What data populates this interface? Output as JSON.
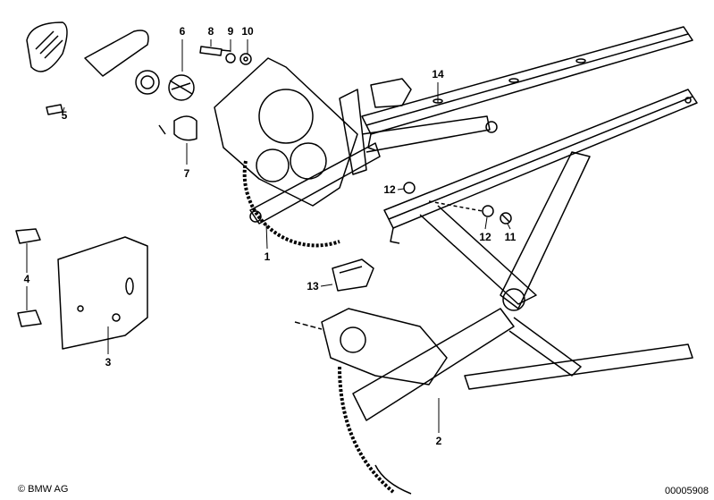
{
  "callouts": [
    {
      "num": "6"
    },
    {
      "num": "8"
    },
    {
      "num": "9"
    },
    {
      "num": "10"
    },
    {
      "num": "14"
    },
    {
      "num": "5"
    },
    {
      "num": "7"
    },
    {
      "num": "12"
    },
    {
      "num": "12"
    },
    {
      "num": "11"
    },
    {
      "num": "1"
    },
    {
      "num": "4"
    },
    {
      "num": "13"
    },
    {
      "num": "3"
    },
    {
      "num": "2"
    }
  ],
  "footer": {
    "copyright": "© BMW AG",
    "diagram_id": "00005908"
  }
}
